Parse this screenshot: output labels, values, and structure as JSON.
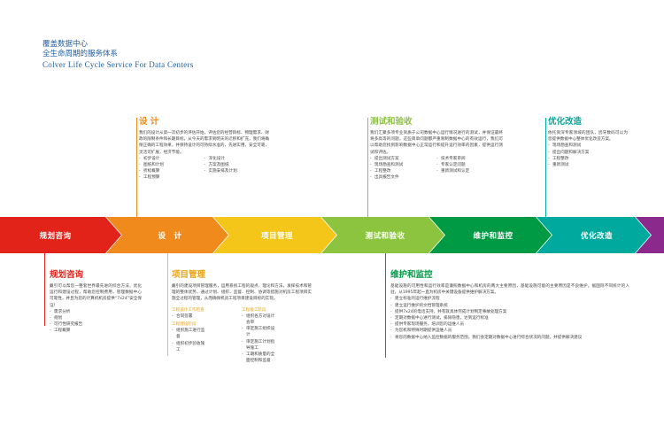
{
  "header": {
    "title_cn": "覆盖数据中心",
    "subtitle_cn": "全生命周期的服务体系",
    "title_en": "Colver Life Cycle Service For Data Centers"
  },
  "colors": {
    "red": "#e2231a",
    "orange": "#f08a1d",
    "yellow": "#f4c61a",
    "green": "#8cc43f",
    "dark_green": "#009a44",
    "teal": "#00a99d",
    "purple": "#8b2a8c"
  },
  "band": {
    "planning": "规划咨询",
    "design": "设　计",
    "project": "项目管理",
    "testing": "测试和验收",
    "operation": "维护和监控",
    "optimize": "优化改造"
  },
  "design_block": {
    "title": "设 计",
    "text": "我们的设计从第一次初步的评估开始，评估您的经营目标、物理需求、财政的限制条件和长期目标，从今天的需求到明天的迁移和扩充，我们将确保正确的工程效果，并保持设计的可持续水准的，先进实用，安全可靠，灵活可扩展，经济节能。",
    "col1": [
      "初步设计",
      "图纸和计划",
      "折标概算",
      "工程预算"
    ],
    "col2": [
      "深化设计",
      "方案及图纸",
      "实施安排及计划"
    ]
  },
  "testing_block": {
    "title": "测试和验收",
    "text": "我们汇聚多项专业资质于公司数据中心运行情况进行的测试，并保证最终将多高等的问题，这些简单问题都严重限制数据中心的有效运行，我们可以帮助您找到影响数据中心正常运行和提升运行效率的因素，提供运行测试和评估。",
    "col1": [
      "提出测试方案",
      "现场勘查和测试",
      "工程整改",
      "出具报告文件"
    ],
    "col2": [
      "技术专家审阅",
      "专家认定问题",
      "重新测试和认定"
    ]
  },
  "optimize_block": {
    "title": "优化改造",
    "text": "依托资深专家领域的团队，因牙数码可以为您提供数据中心整体优化改造方案。",
    "items": [
      "现场勘查和测试",
      "提出问题和解决方案",
      "工程整改",
      "重新测试"
    ]
  },
  "planning_block": {
    "title": "规划咨询",
    "text": "戴引可以帮您一整套世界最先进的综合方法，优化运行和建设过程，帮助您控制费用，管理数据中心可靠性，并且为您的计算机机房提供“7x24”安全保证！",
    "items": [
      "需求分析",
      "规划",
      "可行性研究报告",
      "工程概算"
    ]
  },
  "project_block": {
    "title": "项目管理",
    "text": "戴引的建设项目管理服务，运用系统工程的观点、理论和方法，发挥技术和管理的整体优势，通过计划、组织、监督、控制、协调等措施对机房工程项目实施全过程的管理，从而确保机房工程项目建设目标的实现。",
    "left": {
      "sub1": "工程设计工作检查",
      "items1": [
        "合同签署"
      ],
      "sub2": "工程建设阶段",
      "items2": [
        "组织施工进行监督",
        "组织初步验收施工"
      ]
    },
    "right": {
      "sub1": "工程竣工阶段",
      "items1": [
        "组织各方对设计会审",
        "审定施工组织设计",
        "审定施工计划指导施工",
        "工期和质量的全面控制和监督"
      ]
    }
  },
  "operation_block": {
    "title": "维护和监控",
    "text": "基础设施的可用性和运行效率是遵照数据中心和机房的两大主要原因，基础设施可能的主要原因是不良维护。据国际不同统计的入驻，从1995年起一直为机房中关键设备提供维护解决方案。",
    "items": [
      "建立标准的运行维护流程",
      "建立运行维护的文档管理系统",
      "提供7x24的电话支持，并有就具体完成计划制定事故处理方案",
      "定期对数据中心进行测试，排除隐患，达到运行标准",
      "提供专家现场服务，培训您的运维人员",
      "为您机和特殊时期提供运维人员",
      "将您的数据中心纳入监控数据的服务范围，我们会定期对数据中心进行综合状况的问题，并提供解决建议"
    ]
  }
}
